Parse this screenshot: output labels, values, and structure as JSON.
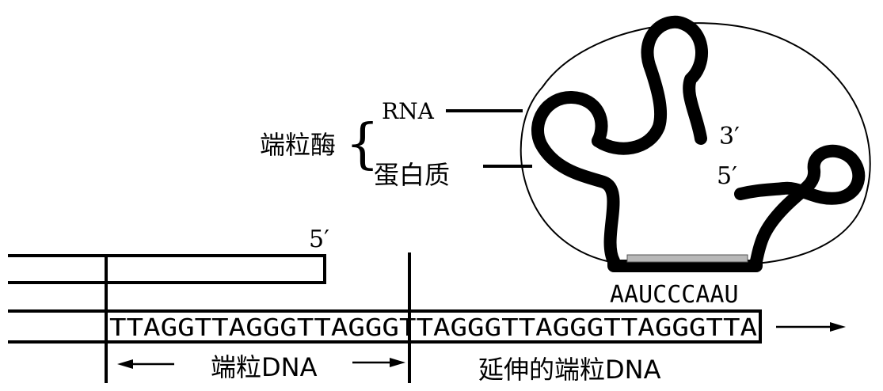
{
  "enzyme": {
    "name": "端粒酶",
    "parts": [
      "RNA",
      "蛋白质"
    ]
  },
  "rna": {
    "end_3": "3′",
    "end_5": "5′",
    "template": "AAUCCCAAU"
  },
  "dna": {
    "end_5": "5′",
    "sequence": "TTAGGTTAGGGTTAGGGTTAGGGTTAGGGTTAGGGTTA",
    "telomere_label": "端粒DNA",
    "extended_label": "延伸的端粒DNA"
  }
}
